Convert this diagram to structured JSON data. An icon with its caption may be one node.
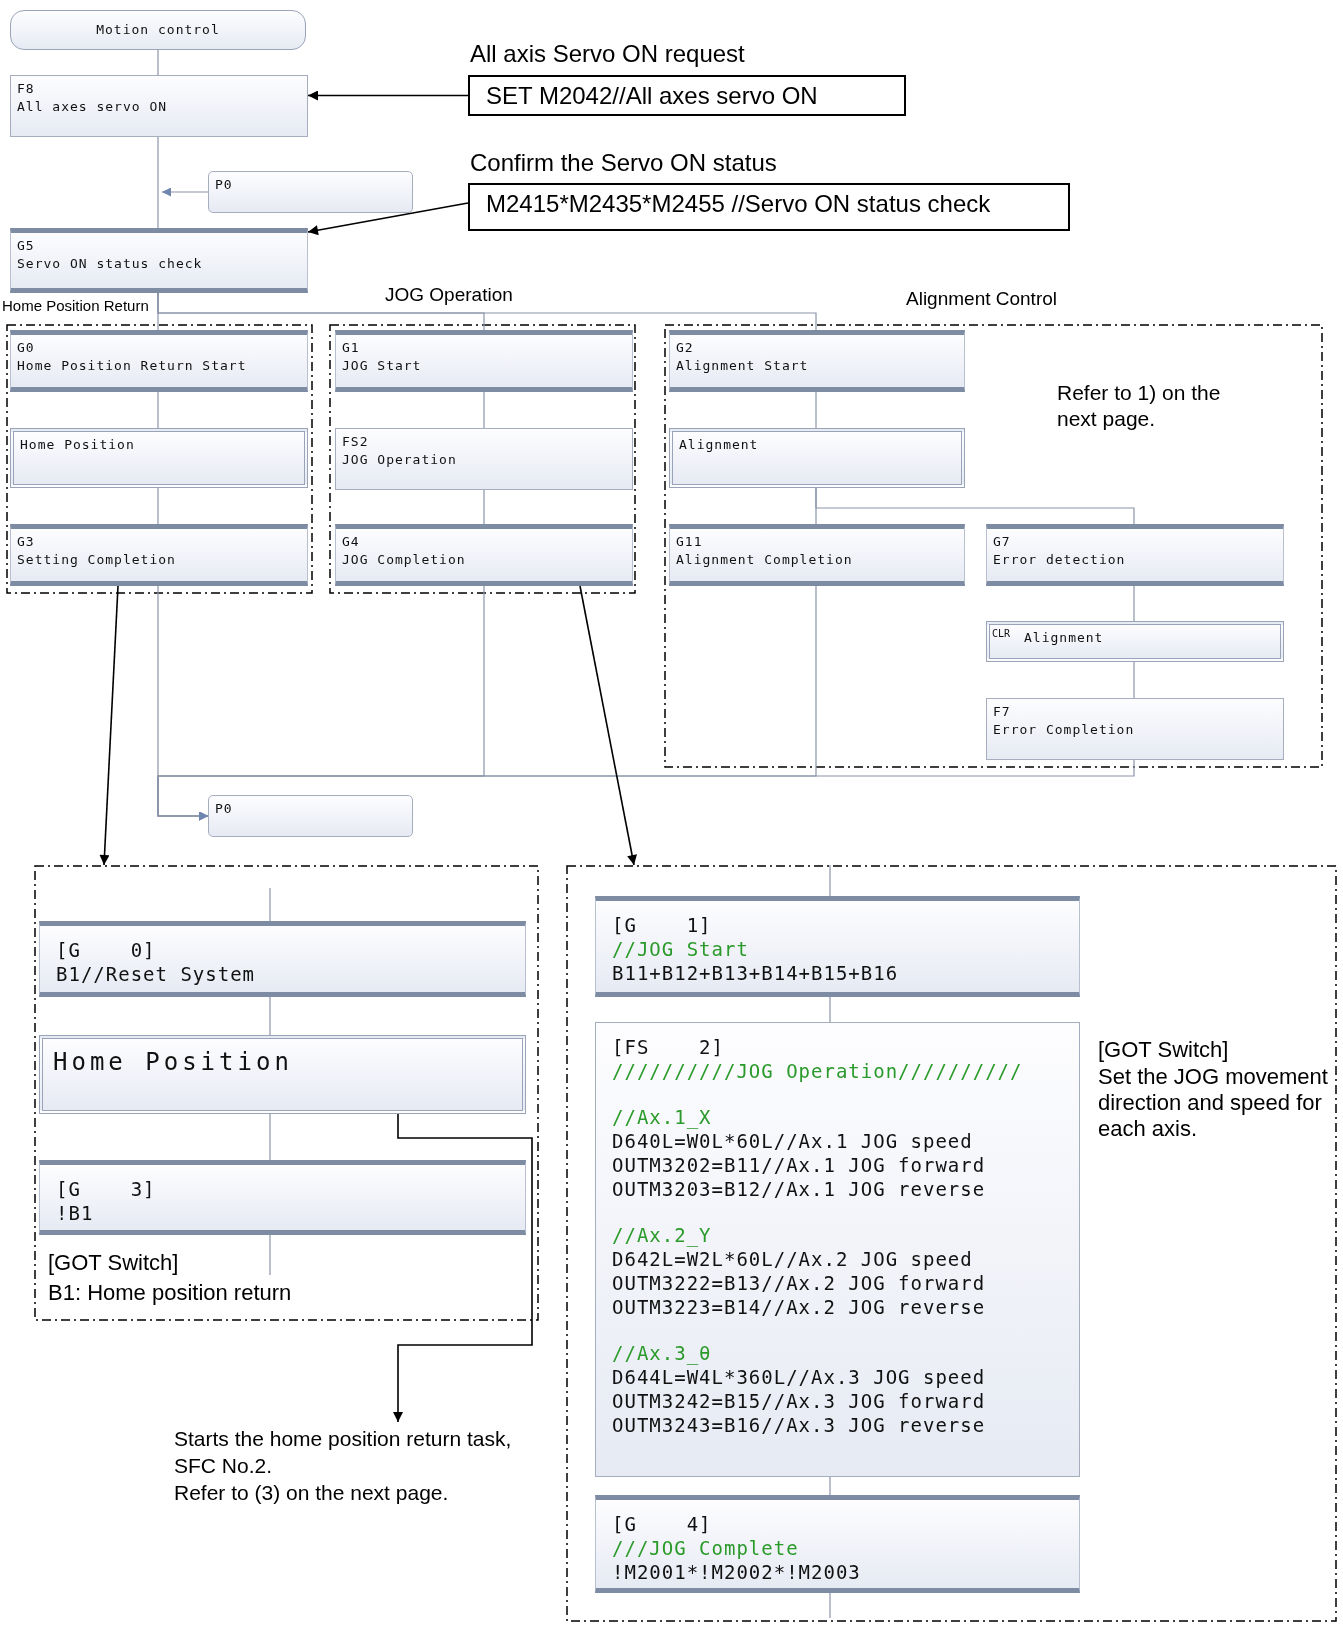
{
  "diagram": {
    "nodes": [
      {
        "text": [
          "Motion control"
        ]
      },
      {
        "text": [
          "F8",
          "All axes servo ON"
        ]
      },
      {
        "text": [
          "All axis Servo ON request",
          "SET M2042//All axes servo ON"
        ]
      },
      {
        "text": [
          "P0"
        ]
      },
      {
        "text": [
          "Confirm the Servo ON status",
          "M2415*M2435*M2455 //Servo ON status check"
        ]
      },
      {
        "text": [
          "G5",
          "Servo ON status check"
        ]
      },
      {
        "text": [
          "Home Position Return"
        ]
      },
      {
        "text": [
          "G0",
          "Home Position Return Start"
        ],
        "in": 6
      },
      {
        "text": [
          "Home Position"
        ],
        "in": 6
      },
      {
        "text": [
          "G3",
          "Setting Completion"
        ],
        "in": 6
      },
      {
        "text": [
          "JOG Operation"
        ]
      },
      {
        "text": [
          "G1",
          "JOG Start"
        ],
        "in": 10
      },
      {
        "text": [
          "FS2",
          "JOG Operation"
        ],
        "in": 10
      },
      {
        "text": [
          "G4",
          "JOG Completion"
        ],
        "in": 10
      },
      {
        "text": [
          "Alignment Control"
        ]
      },
      {
        "text": [
          "G2",
          "Alignment Start"
        ],
        "in": 14
      },
      {
        "text": [
          "Alignment"
        ],
        "in": 14
      },
      {
        "text": [
          "G11",
          "Alignment Completion"
        ],
        "in": 14
      },
      {
        "text": [
          "G7",
          "Error detection"
        ],
        "in": 14
      },
      {
        "text": [
          "CLR",
          "Alignment"
        ],
        "in": 14
      },
      {
        "text": [
          "F7",
          "Error Completion"
        ],
        "in": 14
      },
      {
        "text": [
          "P0"
        ]
      },
      {
        "text": [],
        "shape": "box"
      },
      {
        "text": [
          "[G    0]",
          "B1//Reset System"
        ],
        "in": 22
      },
      {
        "text": [
          "Home Position"
        ],
        "in": 22
      },
      {
        "text": [
          "[G    3]",
          "!B1"
        ],
        "in": 22
      },
      {
        "text": [],
        "shape": "box"
      },
      {
        "text": [
          "[G    1]",
          "//JOG Start",
          "B11+B12+B13+B14+B15+B16"
        ],
        "in": 26
      },
      {
        "text": [
          "[FS    2]",
          "//////////JOG Operation//////////",
          "//Ax.1_X",
          "D640L=W0L*60L//Ax.1 JOG speed",
          "OUTM3202=B11//Ax.1 JOG forward",
          "OUTM3203=B12//Ax.1 JOG reverse",
          "//Ax.2_Y",
          "D642L=W2L*60L//Ax.2 JOG speed",
          "OUTM3222=B13//Ax.2 JOG forward",
          "OUTM3223=B14//Ax.2 JOG reverse",
          "//Ax.3_θ",
          "D644L=W4L*360L//Ax.3 JOG speed",
          "OUTM3242=B15//Ax.3 JOG forward",
          "OUTM3243=B16//Ax.3 JOG reverse"
        ],
        "in": 26
      },
      {
        "text": [
          "[G    4]",
          "///JOG Complete",
          "!M2001*!M2002*!M2003"
        ],
        "in": 26
      },
      {
        "text": [
          "Starts the home position return task, SFC No.2.",
          "Refer to (3) on the next page."
        ]
      }
    ],
    "edges": [
      {
        "from": 0,
        "to": 1,
        "arrow": "none"
      },
      {
        "from": 1,
        "to": 5,
        "arrow": "none"
      },
      {
        "from": 3,
        "to": 5,
        "arrow": "to"
      },
      {
        "from": 2,
        "to": 1,
        "arrow": "to",
        "color": "#000000"
      },
      {
        "from": 4,
        "to": 5,
        "arrow": "to",
        "color": "#000000"
      },
      {
        "from": 5,
        "to": 7,
        "arrow": "none"
      },
      {
        "from": 5,
        "to": 11,
        "arrow": "none"
      },
      {
        "from": 5,
        "to": 15,
        "arrow": "none"
      },
      {
        "from": 7,
        "to": 8,
        "arrow": "none"
      },
      {
        "from": 8,
        "to": 9,
        "arrow": "none"
      },
      {
        "from": 11,
        "to": 12,
        "arrow": "none"
      },
      {
        "from": 12,
        "to": 13,
        "arrow": "none"
      },
      {
        "from": 15,
        "to": 16,
        "arrow": "none"
      },
      {
        "from": 16,
        "to": 17,
        "arrow": "none"
      },
      {
        "from": 16,
        "to": 18,
        "arrow": "none"
      },
      {
        "from": 18,
        "to": 19,
        "arrow": "none"
      },
      {
        "from": 19,
        "to": 20,
        "arrow": "none"
      },
      {
        "from": 9,
        "to": 21,
        "arrow": "to"
      },
      {
        "from": 13,
        "to": 21,
        "arrow": "to"
      },
      {
        "from": 17,
        "to": 21,
        "arrow": "to"
      },
      {
        "from": 20,
        "to": 21,
        "arrow": "to"
      },
      {
        "from": 9,
        "to": 22,
        "arrow": "to",
        "color": "#000000"
      },
      {
        "from": 13,
        "to": 26,
        "arrow": "to",
        "color": "#000000"
      },
      {
        "from": 24,
        "to": 30,
        "arrow": "to",
        "color": "#000000"
      },
      {
        "from": 23,
        "to": 24,
        "arrow": "none"
      },
      {
        "from": 24,
        "to": 25,
        "arrow": "none"
      },
      {
        "from": 27,
        "to": 28,
        "arrow": "none"
      },
      {
        "from": 28,
        "to": 29,
        "arrow": "none"
      }
    ],
    "labels": [
      "Refer to 1) on the next page.",
      "[GOT Switch]",
      "B1: Home position return",
      "[GOT Switch]",
      "Set the JOG movement direction and speed for each axis."
    ]
  }
}
